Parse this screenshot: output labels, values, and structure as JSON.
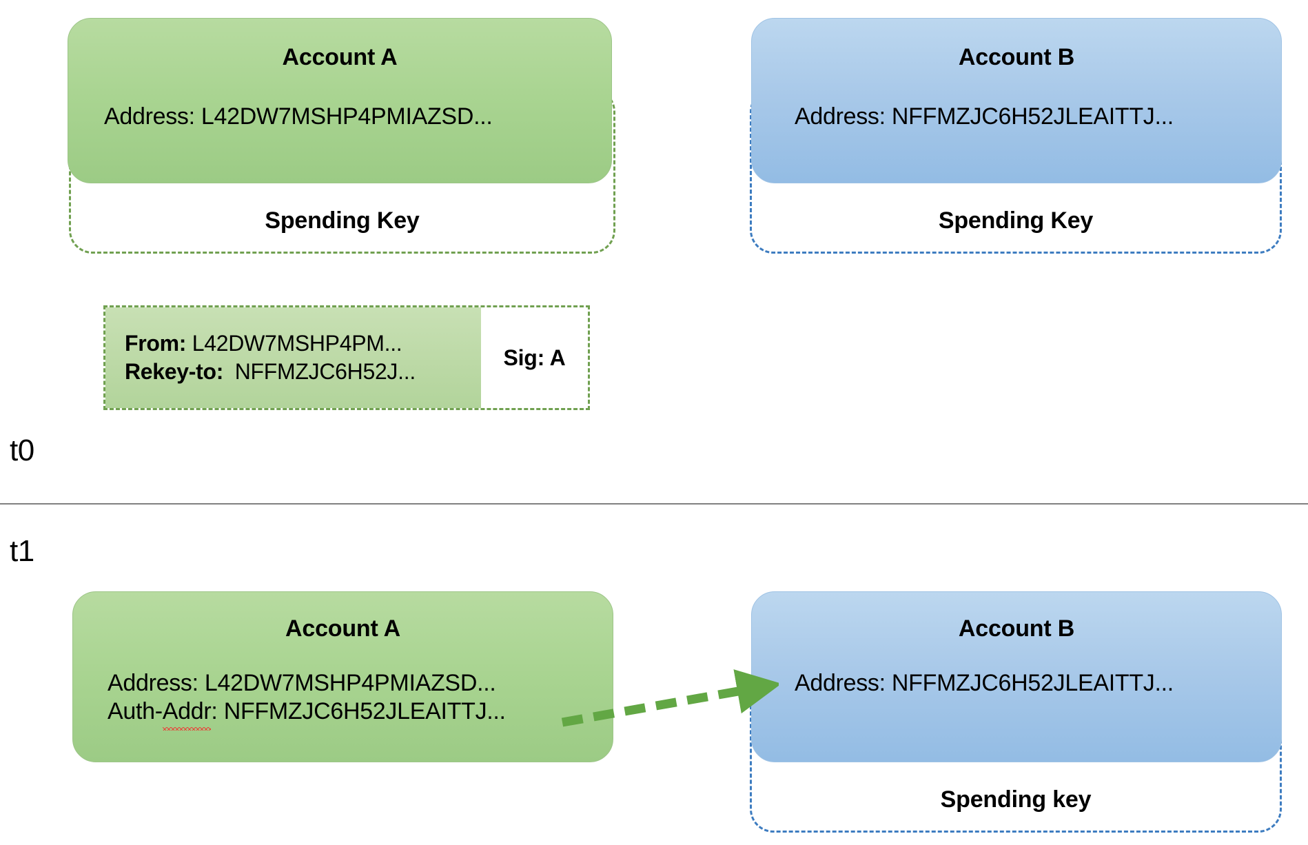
{
  "diagram": {
    "title": "Algorand account rekey diagram",
    "colors": {
      "green_fill": "#a9d491",
      "green_dash": "#70a050",
      "blue_fill": "#a9c9e9",
      "blue_dash": "#3d7cc0",
      "arrow_green": "#62a744",
      "divider_gray": "#808080",
      "spellcheck_red": "#e8443a"
    }
  },
  "timeline": {
    "t0_label": "t0",
    "t1_label": "t1"
  },
  "t0": {
    "account_a": {
      "title": "Account A",
      "address_line": "Address: L42DW7MSHP4PMIAZSD...",
      "spending_key_label": "Spending Key"
    },
    "account_b": {
      "title": "Account B",
      "address_line": "Address: NFFMZJC6H52JLEAITTJ...",
      "spending_key_label": "Spending Key"
    },
    "transaction": {
      "from_label": "From:",
      "from_value": "L42DW7MSHP4PM...",
      "rekey_label": "Rekey-to:",
      "rekey_value": "NFFMZJC6H52J...",
      "signature": "Sig: A"
    }
  },
  "t1": {
    "account_a": {
      "title": "Account A",
      "address_line": "Address: L42DW7MSHP4PMIAZSD...",
      "auth_addr_label_part1": "Auth-",
      "auth_addr_label_part2": "Addr",
      "auth_addr_label_part3": ":",
      "auth_addr_value": "NFFMZJC6H52JLEAITTJ..."
    },
    "account_b": {
      "title": "Account B",
      "address_line": "Address: NFFMZJC6H52JLEAITTJ...",
      "spending_key_label": "Spending key"
    },
    "arrow": {
      "name": "rekey-authorization-arrow"
    }
  }
}
